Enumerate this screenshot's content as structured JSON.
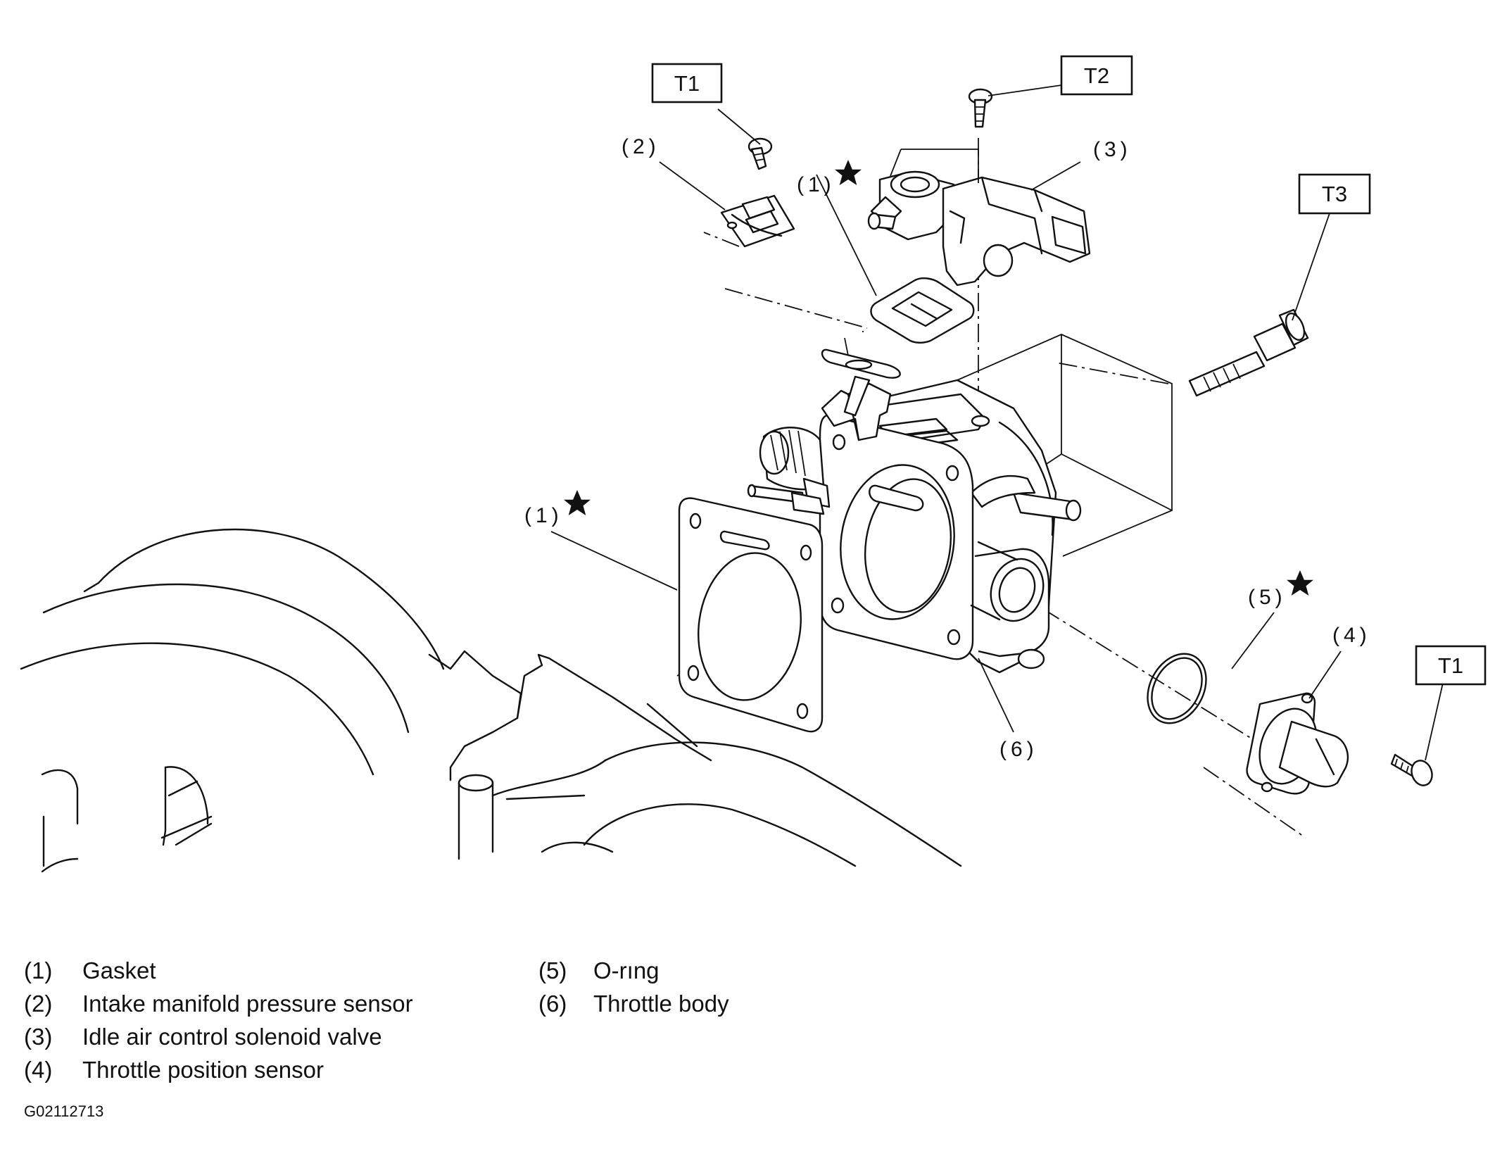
{
  "callouts": {
    "t1_top": "T1",
    "t2": "T2",
    "t3": "T3",
    "t1_right": "T1",
    "label_2": "(2)",
    "label_1_top": "(1)",
    "label_3": "(3)",
    "label_1_left": "(1)",
    "label_5": "(5)",
    "label_4": "(4)",
    "label_6": "(6)"
  },
  "legend": [
    {
      "num": "(1)",
      "text": "Gasket"
    },
    {
      "num": "(2)",
      "text": "Intake manifold pressure sensor"
    },
    {
      "num": "(3)",
      "text": "Idle air control solenoid valve"
    },
    {
      "num": "(4)",
      "text": "Throttle position sensor"
    },
    {
      "num": "(5)",
      "text": "O-rıng"
    },
    {
      "num": "(6)",
      "text": "Throttle body"
    }
  ],
  "figure_id": "G02112713"
}
